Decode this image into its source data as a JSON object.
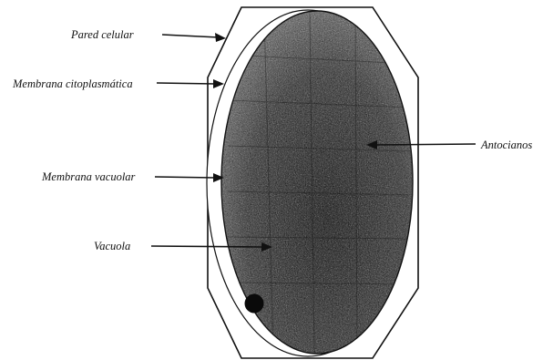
{
  "labels": {
    "cell_wall": "Pared celular",
    "cytoplasmic_membrane": "Membrana citoplasmática",
    "anthocyanins": "Antocianos",
    "vacuolar_membrane": "Membrana vacuolar",
    "vacuole": "Vacuola"
  },
  "colors": {
    "ink": "#111111",
    "vacuole_fill": "#3a3a3a",
    "background": "#ffffff"
  }
}
